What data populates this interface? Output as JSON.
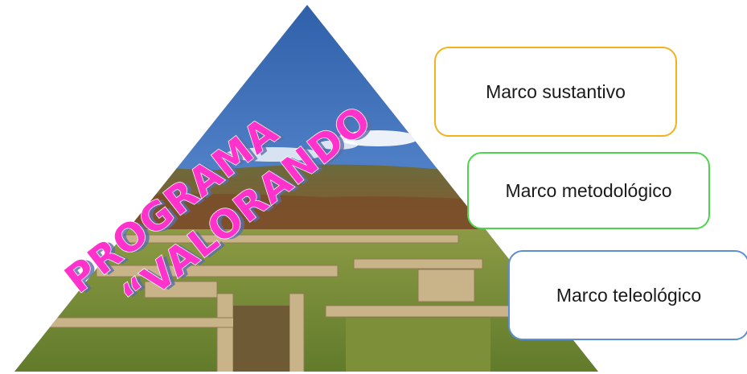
{
  "program": {
    "line1": "PROGRAMA",
    "line2": "“VALORANDO"
  },
  "frames": [
    {
      "label": "Marco sustantivo",
      "border_color": "#f2b21c"
    },
    {
      "label": "Marco metodológico",
      "border_color": "#4cd44c"
    },
    {
      "label": "Marco teleológico",
      "border_color": "#5b8fd1"
    }
  ]
}
